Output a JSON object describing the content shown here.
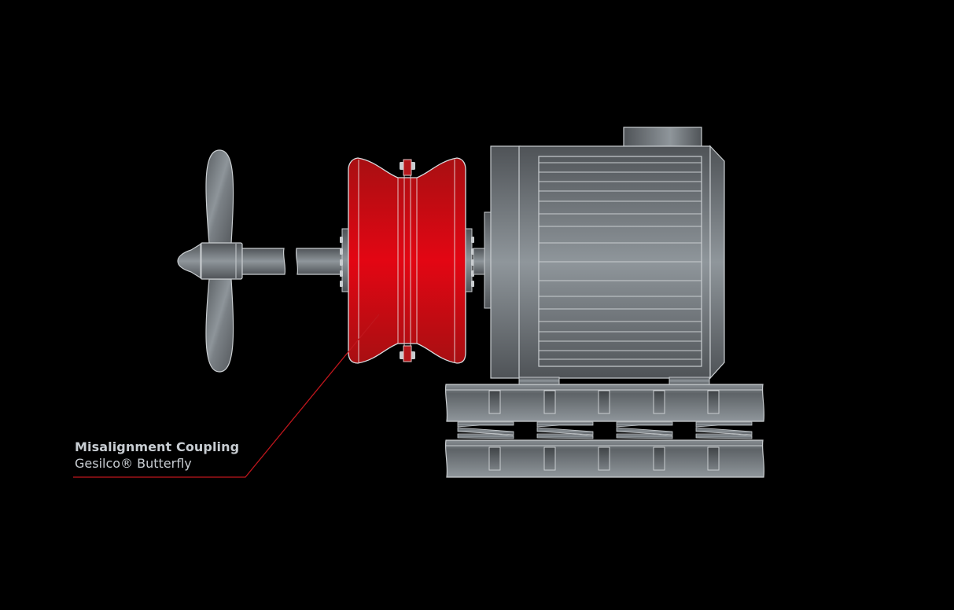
{
  "diagram": {
    "title": "Misalignment Coupling",
    "subtitle": "Gesilco® Butterfly",
    "components": [
      {
        "name": "propeller",
        "type": "driven-load"
      },
      {
        "name": "shaft",
        "type": "drive-shaft",
        "shown_broken": true
      },
      {
        "name": "coupling",
        "type": "misalignment-coupling",
        "highlighted": true
      },
      {
        "name": "motor",
        "type": "electric-motor"
      },
      {
        "name": "base",
        "type": "spring-mounted-foundation",
        "spring_count": 4
      }
    ]
  },
  "colors": {
    "background": "#000000",
    "coupling_red": "#e30613",
    "coupling_red_dark": "#a80f12",
    "metal_dark": "#4f5357",
    "metal_light": "#8f969b",
    "outline": "#c9cdd0",
    "leader_line": "#c0161c",
    "label_text": "#c8cdd2"
  }
}
